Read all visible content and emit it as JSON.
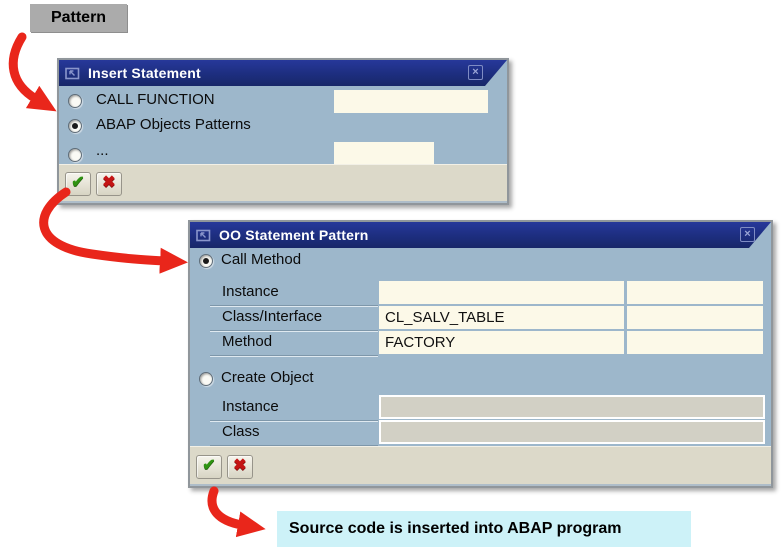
{
  "pattern_label": "Pattern",
  "note": "Source code is inserted into ABAP program",
  "icons": {
    "confirm": "✔",
    "cancel": "✖",
    "close": "×",
    "titlebar": "dialog-window-icon",
    "arrow": "red-flow-arrow"
  },
  "colors": {
    "title_bar": "#1d2e7f",
    "dialog_body": "#9db7cb",
    "field_enabled": "#fcf9e8",
    "field_disabled": "#d2d0c5",
    "toolbar": "#dcd9c9",
    "arrow_red": "#e9261b",
    "note_bg": "#cdf2f8",
    "pattern_bg": "#ababab"
  },
  "dialog1": {
    "title": "Insert Statement",
    "options": [
      {
        "label": "CALL FUNCTION",
        "selected": false,
        "input_value": ""
      },
      {
        "label": "ABAP Objects Patterns",
        "selected": true
      },
      {
        "label": "...",
        "selected": false,
        "input_value": ""
      }
    ]
  },
  "dialog2": {
    "title": "OO Statement Pattern",
    "sections": [
      {
        "label": "Call Method",
        "selected": true,
        "fields": [
          {
            "label": "Instance",
            "value": "",
            "disabled": false
          },
          {
            "label": "Class/Interface",
            "value": "CL_SALV_TABLE",
            "disabled": false
          },
          {
            "label": "Method",
            "value": "FACTORY",
            "disabled": false
          }
        ]
      },
      {
        "label": "Create Object",
        "selected": false,
        "fields": [
          {
            "label": "Instance",
            "value": "",
            "disabled": true
          },
          {
            "label": "Class",
            "value": "",
            "disabled": true
          }
        ]
      }
    ]
  }
}
